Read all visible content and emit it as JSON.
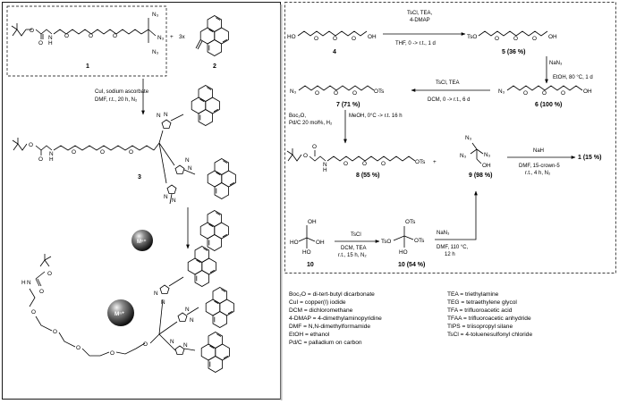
{
  "compounds": {
    "c1": "1",
    "c2": "2",
    "c3": "3",
    "c4": "4",
    "c5": "5 (36 %)",
    "c6": "6 (100 %)",
    "c7": "7 (71 %)",
    "c8": "8 (55 %)",
    "c9": "9 (98 %)",
    "c10a": "10",
    "c10b": "10 (54 %)",
    "final": "1 (15 %)"
  },
  "reagents": {
    "equiv": "3x",
    "click1": "CuI, sodium ascorbate",
    "click2": "DMF, r.t., 20 h, N₂",
    "r1a": "TsCl, TEA,",
    "r1b": "4-DMAP",
    "r1c": "THF, 0 -> r.t., 1 d",
    "r2a": "NaN₃",
    "r2b": "EtOH, 80 °C, 1 d",
    "r3a": "TsCl, TEA",
    "r3b": "DCM, 0 -> r.t., 6 d",
    "r4a": "Boc₂O,",
    "r4b": "Pd/C 20 mol%, H₂",
    "r4c": "MeOH, 0°C -> r.t. 16 h",
    "r5a": "NaH",
    "r5b": "DMF, 15-crown-5",
    "r5c": "r.t., 4 h, N₂",
    "r6a": "TsCl",
    "r6b": "DCM, TEA",
    "r6c": "r.t., 15 h, N₂",
    "r7a": "NaN₃",
    "r7b": "DMF, 110 °C,",
    "r7c": "12 h"
  },
  "atoms": {
    "N3": "N₃",
    "N": "N",
    "H": "H",
    "O": "O",
    "HO": "HO",
    "OH": "OH",
    "TsO": "TsO",
    "OTs": "OTs",
    "metal": "Mⁿ⁺"
  },
  "abbreviations_left": [
    "Boc₂O = di-tert-butyl dicarbonate",
    "CuI = copper(I) iodide",
    "DCM = dichloromethane",
    "4-DMAP = 4-dimethylaminopyridine",
    "DMF = N,N-dimethylformamide",
    "EtOH = ethanol",
    "Pd/C = palladium on carbon"
  ],
  "abbreviations_right": [
    "TEA = triethylamine",
    "TEG = tetraethylene glycol",
    "TFA = trifluoroacetic acid",
    "TFAA = trifluoroacetic anhydride",
    "TIPS = triisopropyl silane",
    "TsCl = 4-toluenesulfonyl chloride"
  ]
}
